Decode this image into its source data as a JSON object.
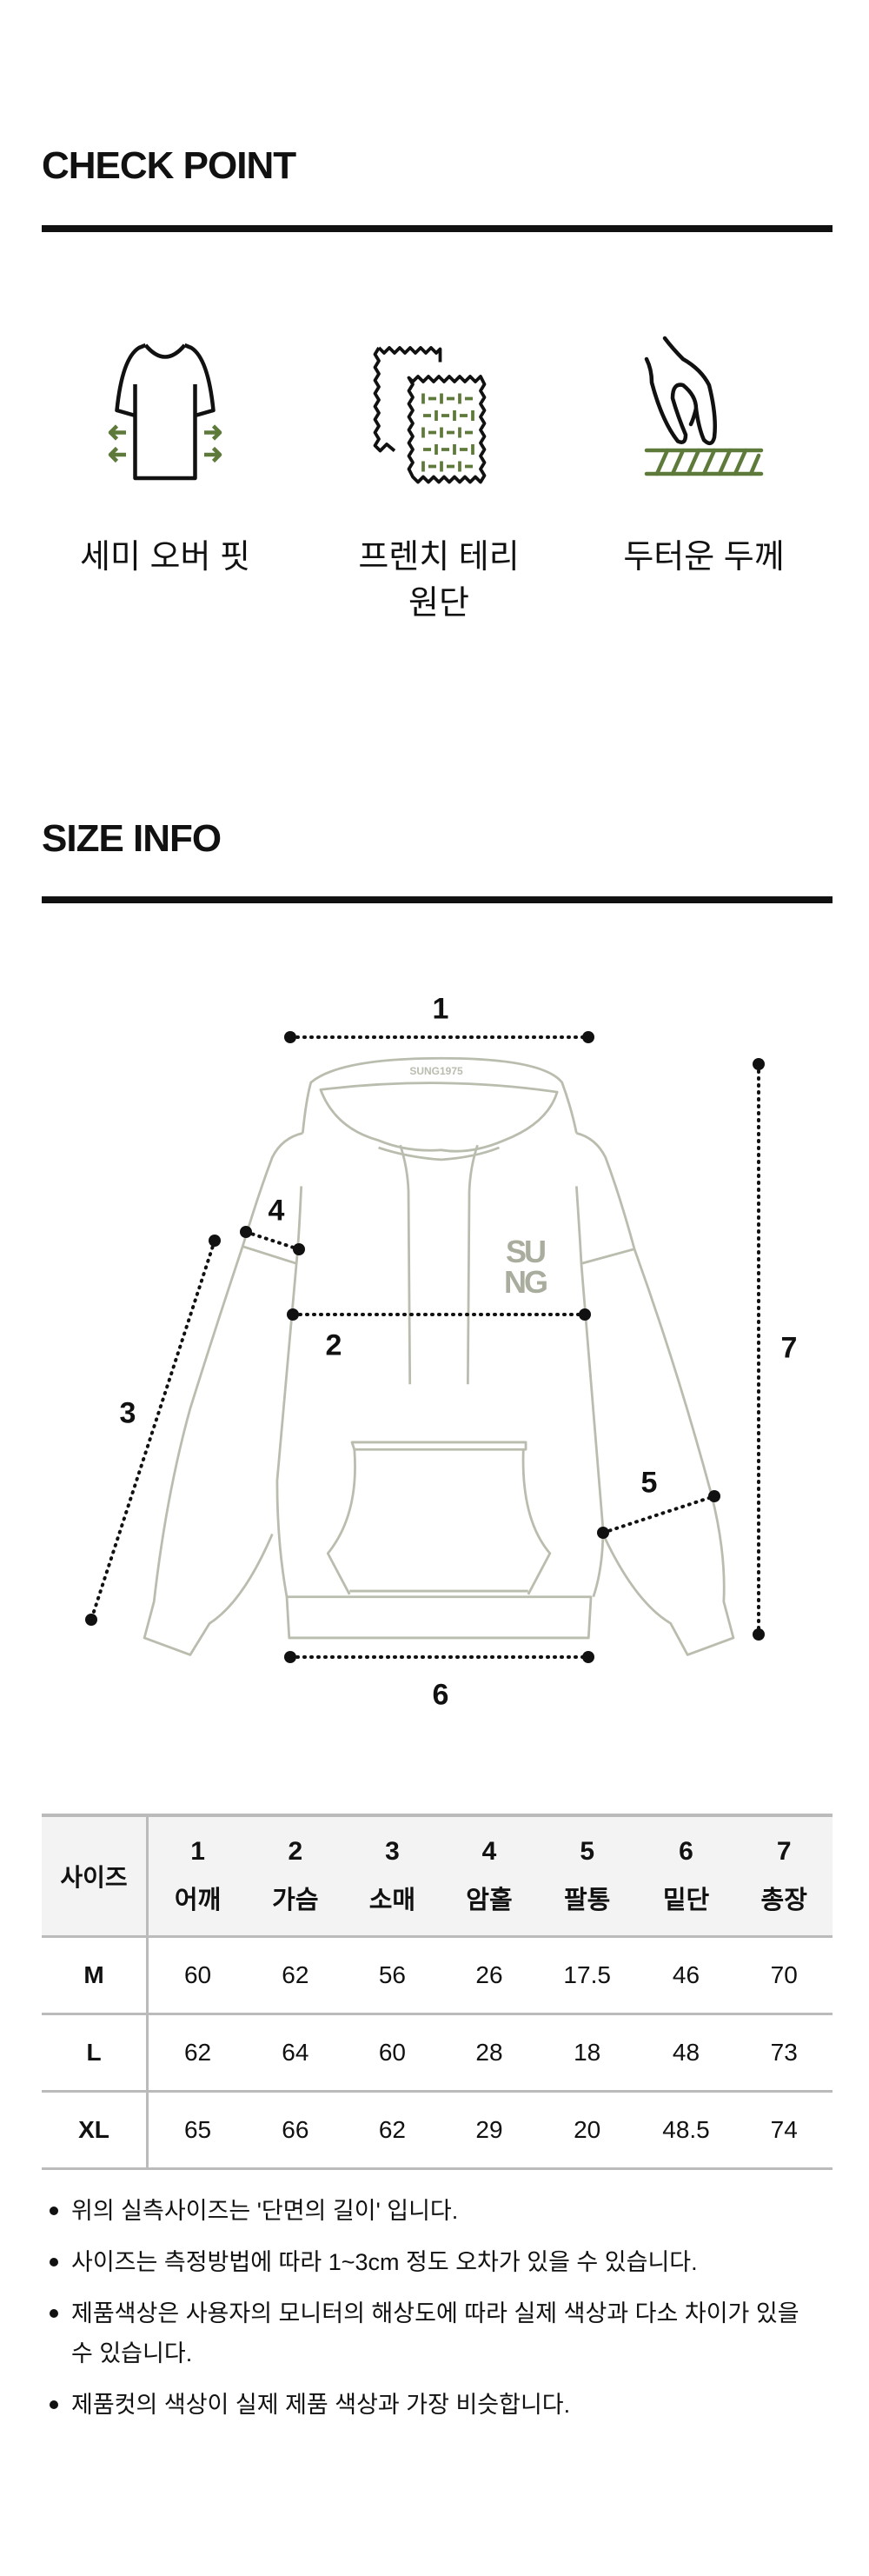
{
  "check_point": {
    "title": "CHECK POINT",
    "items": [
      {
        "icon": "tshirt-fit-icon",
        "label_line1": "세미 오버 핏",
        "label_line2": ""
      },
      {
        "icon": "fabric-swatch-icon",
        "label_line1": "프렌치 테리",
        "label_line2": "원단"
      },
      {
        "icon": "hand-press-thickness-icon",
        "label_line1": "두터운 두께",
        "label_line2": ""
      }
    ]
  },
  "size_info": {
    "title": "SIZE INFO",
    "diagram": {
      "brand_text": "SUNG1975",
      "logo_text_top": "SU",
      "logo_text_bottom": "NG",
      "labels": [
        "1",
        "2",
        "3",
        "4",
        "5",
        "6",
        "7"
      ]
    },
    "table": {
      "size_header": "사이즈",
      "columns": [
        {
          "num": "1",
          "name": "어깨"
        },
        {
          "num": "2",
          "name": "가슴"
        },
        {
          "num": "3",
          "name": "소매"
        },
        {
          "num": "4",
          "name": "암홀"
        },
        {
          "num": "5",
          "name": "팔통"
        },
        {
          "num": "6",
          "name": "밑단"
        },
        {
          "num": "7",
          "name": "총장"
        }
      ],
      "rows": [
        {
          "size": "M",
          "values": [
            "60",
            "62",
            "56",
            "26",
            "17.5",
            "46",
            "70"
          ]
        },
        {
          "size": "L",
          "values": [
            "62",
            "64",
            "60",
            "28",
            "18",
            "48",
            "73"
          ]
        },
        {
          "size": "XL",
          "values": [
            "65",
            "66",
            "62",
            "29",
            "20",
            "48.5",
            "74"
          ]
        }
      ]
    },
    "notes": [
      "위의 실측사이즈는 '단면의 길이' 입니다.",
      "사이즈는 측정방법에 따라 1~3cm 정도 오차가 있을 수 있습니다.",
      "제품색상은 사용자의 모니터의 해상도에 따라 실제 색상과 다소 차이가 있을 수 있습니다.",
      "제품컷의 색상이 실제 제품 색상과 가장 비슷합니다."
    ]
  },
  "colors": {
    "accent_green": "#5e7a3a",
    "garment_line": "#b9bdae",
    "text": "#111111"
  }
}
